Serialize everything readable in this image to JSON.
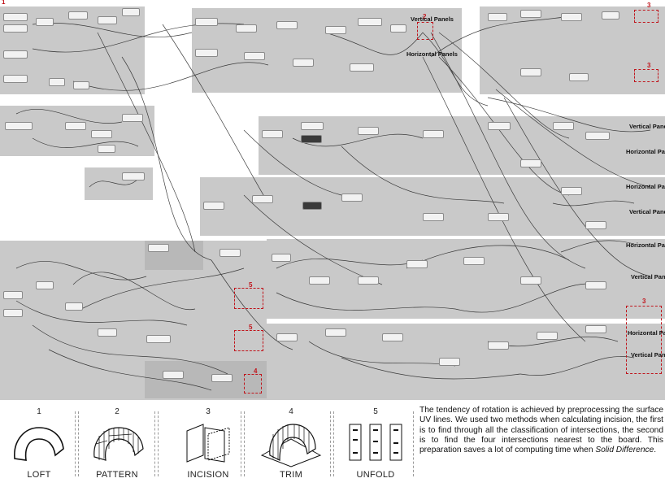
{
  "diagram": {
    "panel_labels": [
      {
        "id": "vp1",
        "text": "Vertical Panels"
      },
      {
        "id": "hp1",
        "text": "Horizontal Panels"
      },
      {
        "id": "vp2",
        "text": "Vertical Panels"
      },
      {
        "id": "hp2",
        "text": "Horizontal Panels"
      },
      {
        "id": "hp3",
        "text": "Horizontal Panels"
      },
      {
        "id": "vp3",
        "text": "Vertical Panels"
      },
      {
        "id": "hp4",
        "text": "Horizontal Panels"
      },
      {
        "id": "vp4",
        "text": "Vertical Panels"
      },
      {
        "id": "hp5",
        "text": "Horizontal Panels"
      },
      {
        "id": "vp5",
        "text": "Vertical Panels"
      }
    ],
    "markers": [
      {
        "id": "m1",
        "text": "1"
      },
      {
        "id": "m2",
        "text": "2"
      },
      {
        "id": "m3a",
        "text": "3"
      },
      {
        "id": "m3b",
        "text": "3"
      },
      {
        "id": "m3c",
        "text": "3"
      },
      {
        "id": "m4",
        "text": "4"
      },
      {
        "id": "m5a",
        "text": "5"
      },
      {
        "id": "m5b",
        "text": "5"
      }
    ]
  },
  "steps": [
    {
      "number": "1",
      "label": "LOFT",
      "icon": "loft-icon"
    },
    {
      "number": "2",
      "label": "PATTERN",
      "icon": "pattern-icon"
    },
    {
      "number": "3",
      "label": "INCISION",
      "icon": "incision-icon"
    },
    {
      "number": "4",
      "label": "TRIM",
      "icon": "trim-icon"
    },
    {
      "number": "5",
      "label": "UNFOLD",
      "icon": "unfold-icon"
    }
  ],
  "caption": {
    "text": "The tendency of rotation is achieved by preprocessing the surface UV lines. We used two methods when calculating incision, the first is to find through all the classification of intersections, the second is to find the four intersections nearest to the board. This preparation saves a lot of computing time when ",
    "emphasis": "Solid Difference",
    "tail": "."
  },
  "colors": {
    "accent_red": "#c0141b",
    "group_gray": "#c9c9c9"
  }
}
